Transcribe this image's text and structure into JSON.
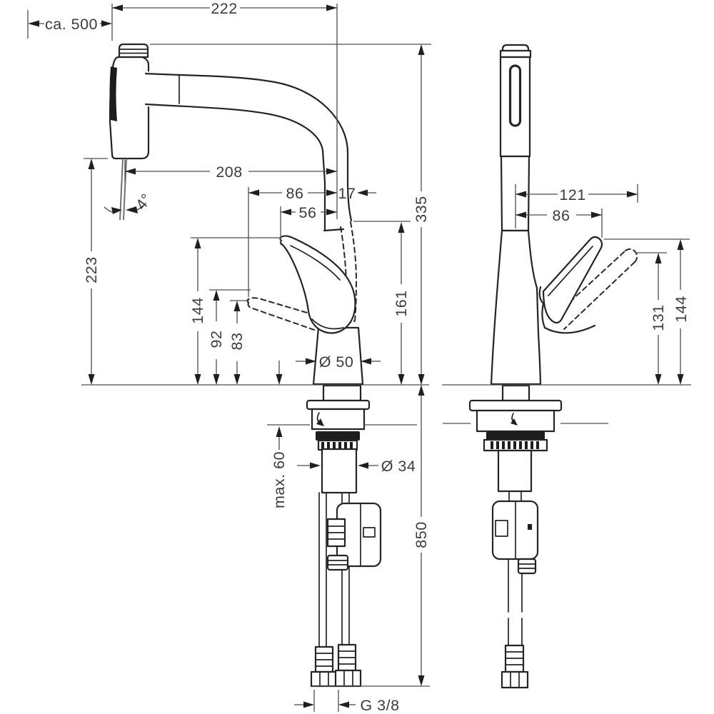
{
  "drawing": {
    "type": "technical-dimension-drawing",
    "views": [
      "front-view-pullout-spray-extended",
      "side-view"
    ],
    "dims": {
      "ca500": "ca. 500",
      "d222": "222",
      "d208": "208",
      "d86_left": "86",
      "d17": "17",
      "d56": "56",
      "d335": "335",
      "d161": "161",
      "d223": "223",
      "d144_left": "144",
      "d92": "92",
      "d83": "83",
      "dia50": "Ø 50",
      "dia34": "Ø 34",
      "max60": "max. 60",
      "d850": "850",
      "g38": "G 3/8",
      "d121": "121",
      "d86_right": "86",
      "d131": "131",
      "d144_right": "144",
      "angle4": "4°"
    }
  }
}
